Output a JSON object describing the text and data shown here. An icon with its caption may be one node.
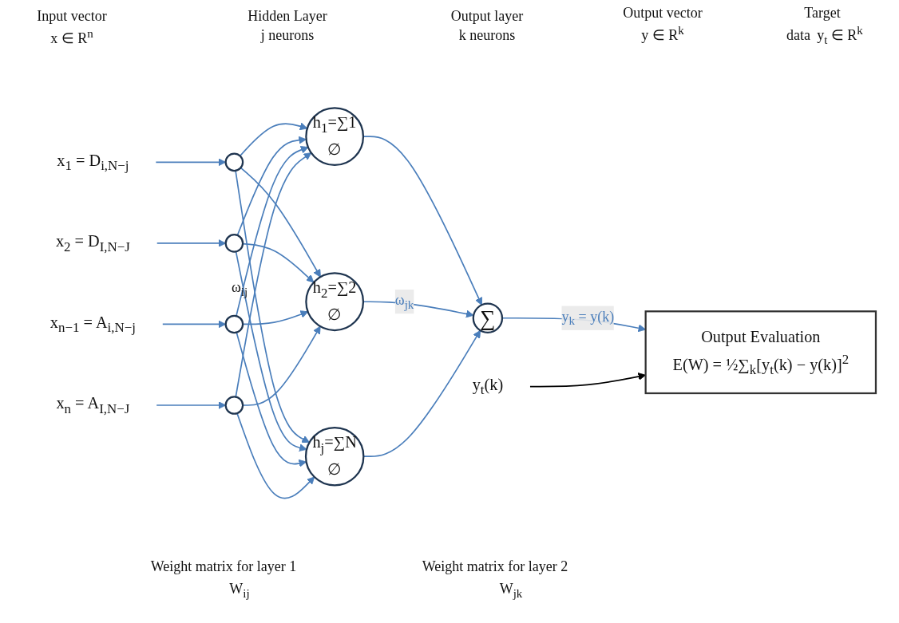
{
  "diagram": {
    "nodes": [
      {
        "text": [
          "x$_{1}$ = D$_{i,N−j}$"
        ]
      },
      {
        "text": [
          "x$_{2}$ = D$_{I,N−J}$"
        ]
      },
      {
        "text": [
          "x$_{n−1}$ = A$_{i,N−j}$"
        ]
      },
      {
        "text": [
          "x$_{n}$ = A$_{I,N−J}$"
        ]
      },
      {
        "text": [],
        "shape": "circle"
      },
      {
        "text": [],
        "shape": "circle"
      },
      {
        "text": [],
        "shape": "circle"
      },
      {
        "text": [],
        "shape": "circle"
      },
      {
        "text": [
          "h$_{1}$=∑1",
          "∅"
        ]
      },
      {
        "text": [
          "h$_{2}$=∑2",
          "∅"
        ]
      },
      {
        "text": [
          "h$_{j}$=∑N",
          "∅"
        ]
      },
      {
        "text": [
          "∑"
        ]
      },
      {
        "text": [
          "Output Evaluation",
          "E(W) = ½∑$_{k}$[y$_{t}$(k) − y(k)]$^{2}$"
        ]
      },
      {
        "text": [
          "y$_{t}$(k)"
        ]
      }
    ],
    "edges": [
      {
        "from": 0,
        "to": 4,
        "arrow": "to"
      },
      {
        "from": 1,
        "to": 5,
        "arrow": "to"
      },
      {
        "from": 2,
        "to": 6,
        "arrow": "to"
      },
      {
        "from": 3,
        "to": 7,
        "arrow": "to"
      },
      {
        "from": 4,
        "to": 8,
        "arrow": "to"
      },
      {
        "from": 4,
        "to": 9,
        "arrow": "to"
      },
      {
        "from": 4,
        "to": 10,
        "arrow": "to"
      },
      {
        "from": 5,
        "to": 8,
        "arrow": "to"
      },
      {
        "from": 5,
        "to": 9,
        "arrow": "to"
      },
      {
        "from": 5,
        "to": 10,
        "arrow": "to"
      },
      {
        "from": 6,
        "to": 8,
        "arrow": "to"
      },
      {
        "from": 6,
        "to": 9,
        "arrow": "to"
      },
      {
        "from": 6,
        "to": 10,
        "arrow": "to"
      },
      {
        "from": 7,
        "to": 8,
        "arrow": "to"
      },
      {
        "from": 7,
        "to": 9,
        "arrow": "to"
      },
      {
        "from": 7,
        "to": 10,
        "arrow": "to"
      },
      {
        "from": 8,
        "to": 11,
        "arrow": "to"
      },
      {
        "from": 9,
        "to": 11,
        "arrow": "to",
        "label": "ω$_{jk}$"
      },
      {
        "from": 10,
        "to": 11,
        "arrow": "to"
      },
      {
        "from": 11,
        "to": 12,
        "arrow": "to",
        "label": "y$_{k}$ = y(k)"
      },
      {
        "from": 13,
        "to": 12,
        "arrow": "to",
        "color": "#000000"
      }
    ],
    "labels": [
      "Input vector",
      "x ∈ R$^{n}$",
      "Hidden Layer",
      "j neurons",
      "Output layer",
      "k neurons",
      "Output vector",
      "y ∈ R$^{k}$",
      "Target",
      "data",
      "y$_{t}$ ∈ R$^{k}$",
      "ω$_{ij}$",
      "Weight matrix for layer 1",
      "W$_{ij}$",
      "Weight matrix for layer 2",
      "W$_{jk}$"
    ]
  }
}
